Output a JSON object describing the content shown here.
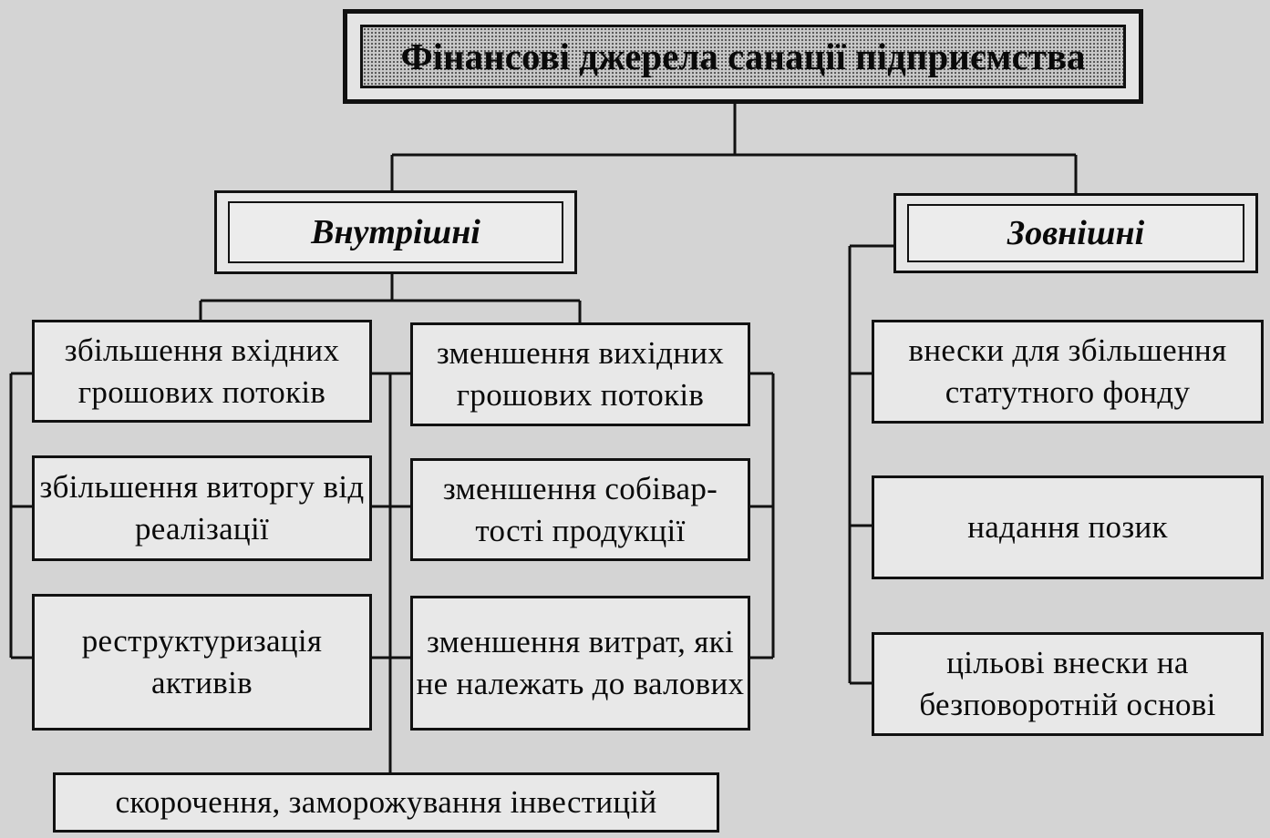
{
  "diagram": {
    "title": "Фінансові джерела санації підприємства",
    "categories": {
      "internal": "Внутрішні",
      "external": "Зовнішні"
    },
    "internal_left": [
      {
        "text": "збільшення вхідних грошових потоків"
      },
      {
        "text": "збільшення виторгу від реалізації"
      },
      {
        "text": "реструктуризація активів"
      }
    ],
    "internal_right": [
      {
        "text": "зменшення вихідних грошових потоків"
      },
      {
        "text": "зменшення собівар-тості продукції"
      },
      {
        "text": "зменшення витрат, які не належать до валових"
      }
    ],
    "internal_bottom": "скорочення, заморожування інвестицій",
    "external_items": [
      {
        "text": "внески для збільшення статутного фонду"
      },
      {
        "text": "надання позик"
      },
      {
        "text": "цільові внески на безповоротній основі"
      }
    ]
  },
  "colors": {
    "background": "#d4d4d4",
    "box_fill": "#e8e8e8",
    "line": "#111111"
  }
}
